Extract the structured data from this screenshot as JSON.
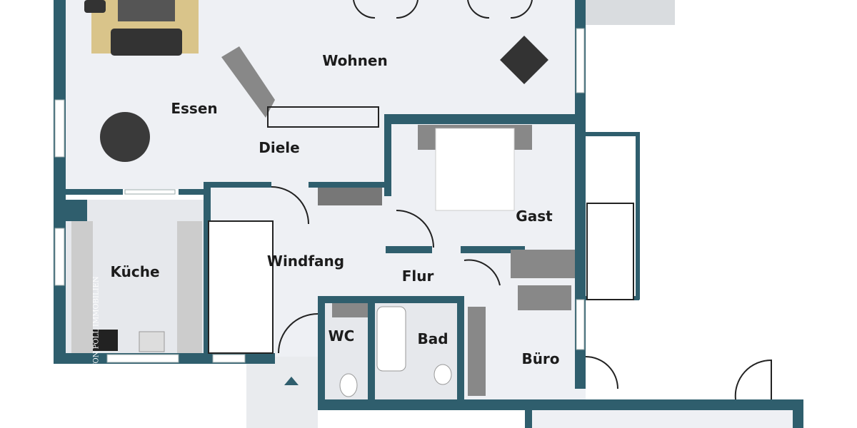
{
  "rooms": {
    "wohnen": "Wohnen",
    "essen": "Essen",
    "diele": "Diele",
    "gast": "Gast",
    "kueche": "Küche",
    "windfang": "Windfang",
    "flur": "Flur",
    "wc": "WC",
    "bad": "Bad",
    "buero": "Büro"
  },
  "logo": {
    "text": "VP VON POLL IMMOBILIEN"
  },
  "colors": {
    "wall": "#2f5e6d",
    "floor": "#eef0f4",
    "tile": "#e4e6ea",
    "outdoor": "#ffffff"
  }
}
